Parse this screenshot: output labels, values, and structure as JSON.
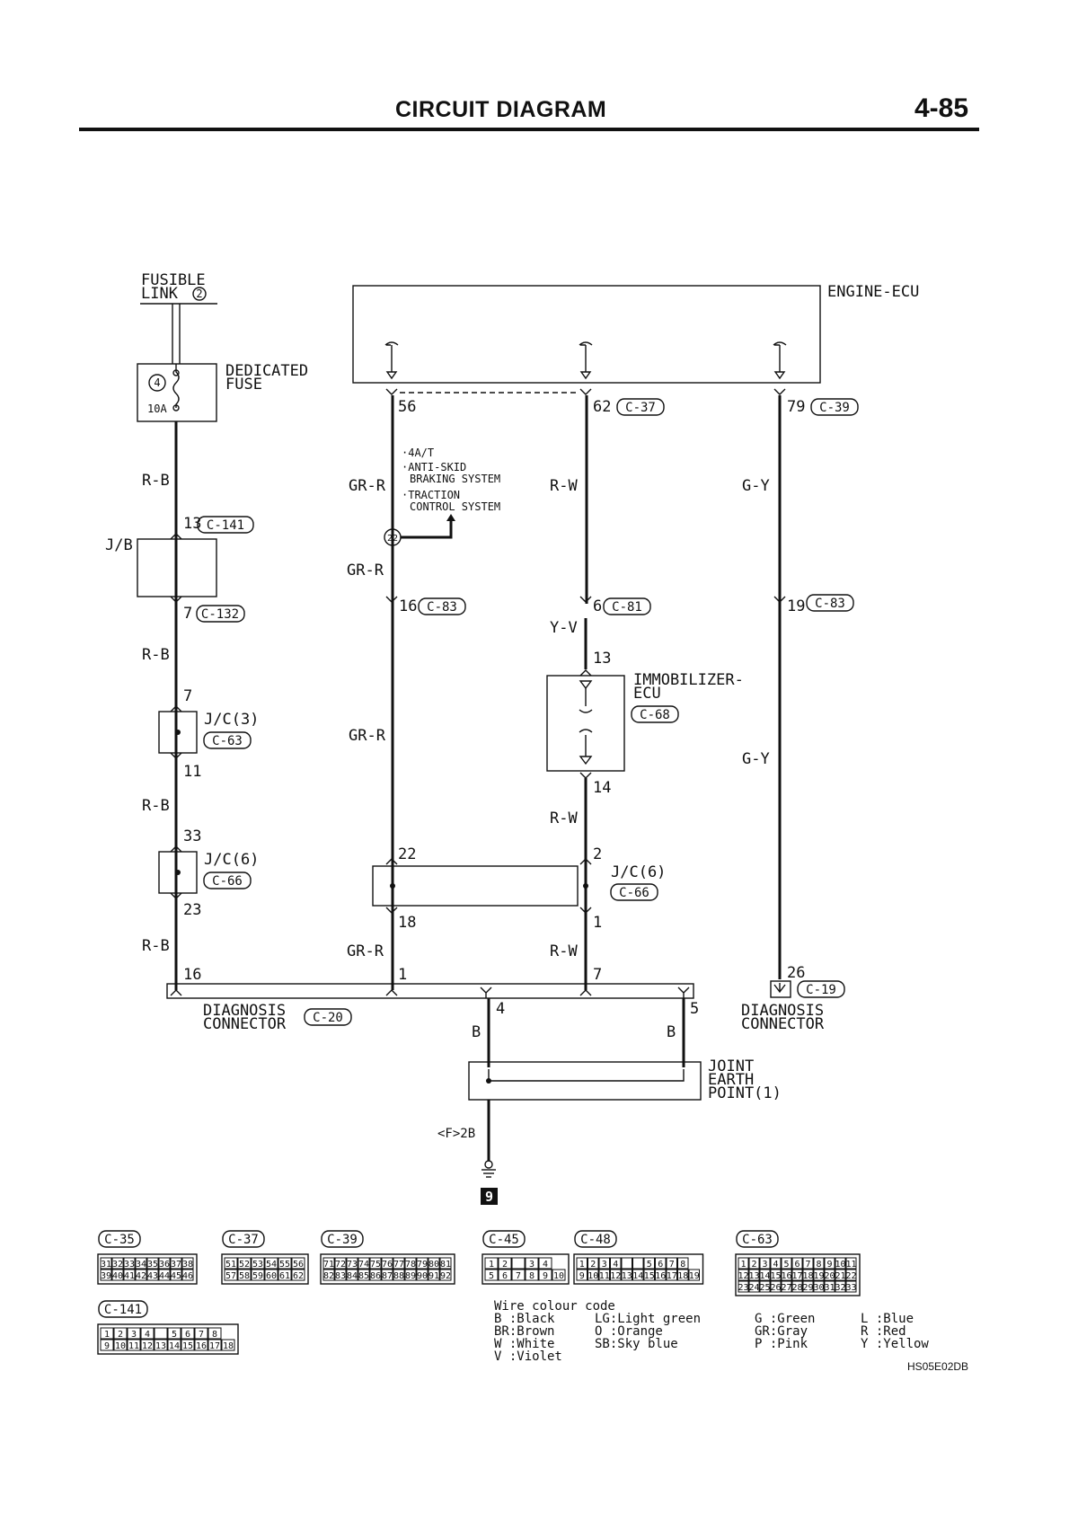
{
  "header": {
    "title": "CIRCUIT DIAGRAM",
    "page": "4-85"
  },
  "components": {
    "fusible_link": [
      "FUSIBLE",
      "LINK"
    ],
    "fusible_link_num": "2",
    "dedicated_fuse": [
      "DEDICATED",
      "FUSE"
    ],
    "fuse_number": "4",
    "fuse_rating": "10A",
    "engine_ecu": "ENGINE-ECU",
    "jb": "J/B",
    "jc3": "J/C(3)",
    "jc6a": "J/C(6)",
    "jc6b": "J/C(6)",
    "immobilizer": [
      "IMMOBILIZER-",
      "ECU"
    ],
    "diag_left": [
      "DIAGNOSIS",
      "CONNECTOR"
    ],
    "diag_right": [
      "DIAGNOSIS",
      "CONNECTOR"
    ],
    "joint_earth": [
      "JOINT",
      "EARTH",
      "POINT(1)"
    ],
    "options": [
      "·4A/T",
      "·ANTI-SKID",
      "BRAKING SYSTEM",
      "·TRACTION",
      "CONTROL SYSTEM"
    ],
    "option_circle": "22",
    "earth_ref": "<F>2B",
    "earth_num": "9"
  },
  "wires": {
    "rb1": "R-B",
    "rb2": "R-B",
    "rb3": "R-B",
    "rb4": "R-B",
    "grr1": "GR-R",
    "grr2": "GR-R",
    "grr3": "GR-R",
    "grr4": "GR-R",
    "rw1": "R-W",
    "rw2": "R-W",
    "rw3": "R-W",
    "yv": "Y-V",
    "gy1": "G-Y",
    "gy2": "G-Y",
    "b1": "B",
    "b2": "B"
  },
  "pins": {
    "p56": "56",
    "p62": "62",
    "p79": "79",
    "p13a": "13",
    "p7a": "7",
    "p7b": "7",
    "p11": "11",
    "p33": "33",
    "p23": "23",
    "p16a": "16",
    "p16b": "16",
    "p6": "6",
    "p19": "19",
    "p13b": "13",
    "p14": "14",
    "p22": "22",
    "p2": "2",
    "p18": "18",
    "p1a": "1",
    "p1b": "1",
    "p7c": "7",
    "p26": "26",
    "p4": "4",
    "p5": "5"
  },
  "connector_refs": {
    "c37": "C-37",
    "c39": "C-39",
    "c141": "C-141",
    "c132": "C-132",
    "c83a": "C-83",
    "c81": "C-81",
    "c83b": "C-83",
    "c68": "C-68",
    "c63": "C-63",
    "c66a": "C-66",
    "c66b": "C-66",
    "c20": "C-20",
    "c19": "C-19"
  },
  "connector_legend": {
    "c35": {
      "label": "C-35",
      "rows": [
        [
          "31",
          "32",
          "33",
          "34",
          "35",
          "36",
          "37",
          "38"
        ],
        [
          "39",
          "40",
          "41",
          "42",
          "43",
          "44",
          "45",
          "46"
        ]
      ]
    },
    "c37": {
      "label": "C-37",
      "rows": [
        [
          "51",
          "52",
          "53",
          "54",
          "55",
          "56"
        ],
        [
          "57",
          "58",
          "59",
          "60",
          "61",
          "62"
        ]
      ]
    },
    "c39": {
      "label": "C-39",
      "rows": [
        [
          "71",
          "72",
          "73",
          "74",
          "75",
          "76",
          "77",
          "78",
          "79",
          "80",
          "81"
        ],
        [
          "82",
          "83",
          "84",
          "85",
          "86",
          "87",
          "88",
          "89",
          "90",
          "91",
          "92"
        ]
      ]
    },
    "c45": {
      "label": "C-45",
      "rows": [
        [
          "1",
          "2",
          "",
          "3",
          "4"
        ],
        [
          "5",
          "6",
          "7",
          "8",
          "9",
          "10"
        ]
      ]
    },
    "c48": {
      "label": "C-48",
      "rows": [
        [
          "1",
          "2",
          "3",
          "4",
          "",
          "",
          "5",
          "6",
          "7",
          "8"
        ],
        [
          "9",
          "10",
          "11",
          "12",
          "13",
          "14",
          "15",
          "16",
          "17",
          "18",
          "19"
        ]
      ]
    },
    "c63": {
      "label": "C-63",
      "rows": [
        [
          "1",
          "2",
          "3",
          "4",
          "5",
          "6",
          "7",
          "8",
          "9",
          "10",
          "11"
        ],
        [
          "12",
          "13",
          "14",
          "15",
          "16",
          "17",
          "18",
          "19",
          "20",
          "21",
          "22"
        ],
        [
          "23",
          "24",
          "25",
          "26",
          "27",
          "28",
          "29",
          "30",
          "31",
          "32",
          "33"
        ]
      ]
    },
    "c141": {
      "label": "C-141",
      "rows": [
        [
          "1",
          "2",
          "3",
          "4",
          "",
          "5",
          "6",
          "7",
          "8"
        ],
        [
          "9",
          "10",
          "11",
          "12",
          "13",
          "14",
          "15",
          "16",
          "17",
          "18"
        ]
      ]
    }
  },
  "wire_colour_code": {
    "title": "Wire colour code",
    "entries": [
      [
        "B :Black",
        "BR:Brown",
        "W :White",
        "V :Violet"
      ],
      [
        "LG:Light green",
        "O :Orange",
        "SB:Sky blue"
      ],
      [
        "G :Green",
        "GR:Gray",
        "P :Pink"
      ],
      [
        "L :Blue",
        "R :Red",
        "Y :Yellow"
      ]
    ]
  },
  "doc_code": "HS05E02DB"
}
